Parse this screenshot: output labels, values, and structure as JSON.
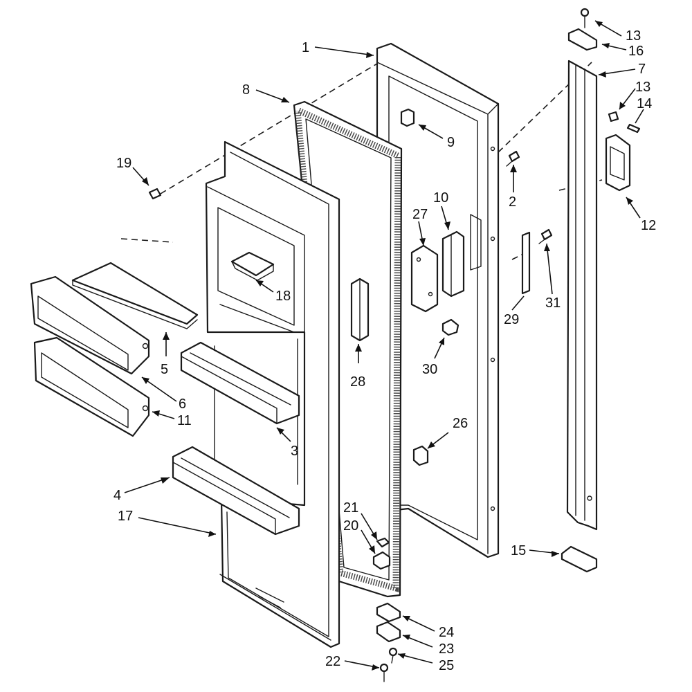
{
  "diagram": {
    "parts": [
      "1",
      "2",
      "3",
      "4",
      "5",
      "6",
      "7",
      "8",
      "9",
      "10",
      "11",
      "12",
      "13",
      "14",
      "15",
      "16",
      "17",
      "18",
      "19",
      "20",
      "21",
      "22",
      "23",
      "24",
      "25",
      "26",
      "27",
      "28",
      "29",
      "30",
      "31"
    ],
    "callouts": [
      {
        "id": "c13a",
        "text": "13"
      },
      {
        "id": "c16",
        "text": "16"
      },
      {
        "id": "c1",
        "text": "1"
      },
      {
        "id": "c7",
        "text": "7"
      },
      {
        "id": "c8",
        "text": "8"
      },
      {
        "id": "c13b",
        "text": "13"
      },
      {
        "id": "c14",
        "text": "14"
      },
      {
        "id": "c9",
        "text": "9"
      },
      {
        "id": "c19",
        "text": "19"
      },
      {
        "id": "c2",
        "text": "2"
      },
      {
        "id": "c10",
        "text": "10"
      },
      {
        "id": "c27",
        "text": "27"
      },
      {
        "id": "c12",
        "text": "12"
      },
      {
        "id": "c18",
        "text": "18"
      },
      {
        "id": "c31",
        "text": "31"
      },
      {
        "id": "c29",
        "text": "29"
      },
      {
        "id": "c5",
        "text": "5"
      },
      {
        "id": "c28",
        "text": "28"
      },
      {
        "id": "c30",
        "text": "30"
      },
      {
        "id": "c6",
        "text": "6"
      },
      {
        "id": "c11",
        "text": "11"
      },
      {
        "id": "c26",
        "text": "26"
      },
      {
        "id": "c3",
        "text": "3"
      },
      {
        "id": "c4",
        "text": "4"
      },
      {
        "id": "c17",
        "text": "17"
      },
      {
        "id": "c21",
        "text": "21"
      },
      {
        "id": "c20",
        "text": "20"
      },
      {
        "id": "c15",
        "text": "15"
      },
      {
        "id": "c24",
        "text": "24"
      },
      {
        "id": "c23",
        "text": "23"
      },
      {
        "id": "c22",
        "text": "22"
      },
      {
        "id": "c25",
        "text": "25"
      }
    ]
  }
}
